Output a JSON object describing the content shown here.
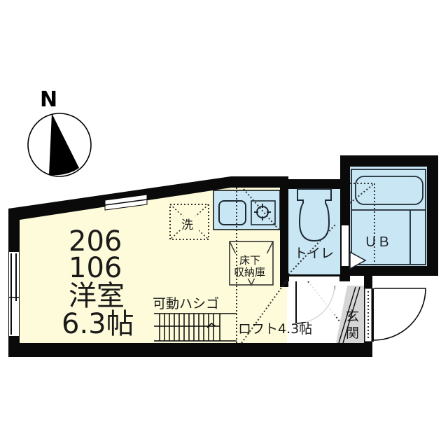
{
  "compass": {
    "north_label": "N"
  },
  "colors": {
    "wall": "#0a0a0a",
    "room_fill": "#fdfbd9",
    "wet_fill": "#c9e6f5",
    "entrance_fill": "#d6d6d6",
    "outline": "#1e2a33"
  },
  "main_room": {
    "unit_numbers": [
      "206",
      "106"
    ],
    "type": "洋室",
    "size": "6.3帖"
  },
  "fixtures": {
    "washer_label": "洗",
    "floor_storage_line1": "床下",
    "floor_storage_line2": "収納庫",
    "ladder_label": "可動ハシゴ",
    "loft_label": "ロフト4.3帖"
  },
  "rooms": {
    "toilet": "トイレ",
    "bath": "ＵＢ",
    "entrance_line1": "玄",
    "entrance_line2": "関"
  }
}
